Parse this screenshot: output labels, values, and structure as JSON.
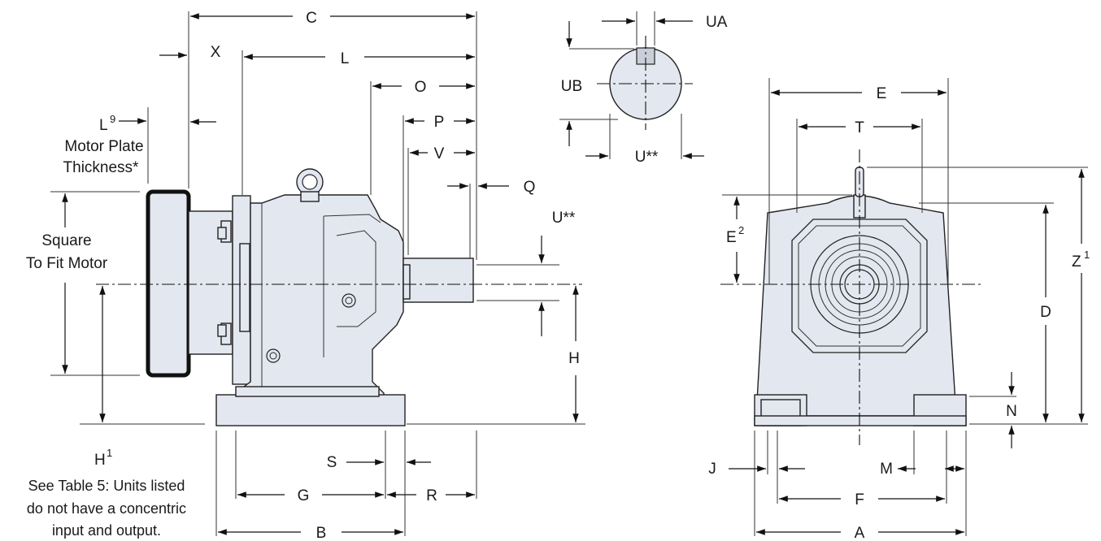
{
  "dimensions": {
    "C": "C",
    "X": "X",
    "L": "L",
    "O": "O",
    "P": "P",
    "V": "V",
    "Q": "Q",
    "U_key": "U**",
    "H": "H",
    "S": "S",
    "G": "G",
    "R": "R",
    "B": "B",
    "UA": "UA",
    "UB": "UB",
    "U_shaft": "U**",
    "E": "E",
    "T": "T",
    "E2_base": "E",
    "E2_sup": "2",
    "Z1_base": "Z",
    "Z1_sup": "1",
    "D": "D",
    "N": "N",
    "J": "J",
    "M": "M",
    "F": "F",
    "A": "A",
    "L9_base": "L",
    "L9_sup": "9"
  },
  "notes": {
    "motor_plate_line1": "Motor Plate",
    "motor_plate_line2": "Thickness*",
    "square_line1": "Square",
    "square_line2": "To Fit Motor",
    "h1_base": "H",
    "h1_sup": "1",
    "table_note_line1": "See Table 5: Units listed",
    "table_note_line2": "do not have a concentric",
    "table_note_line3": "input and output."
  }
}
